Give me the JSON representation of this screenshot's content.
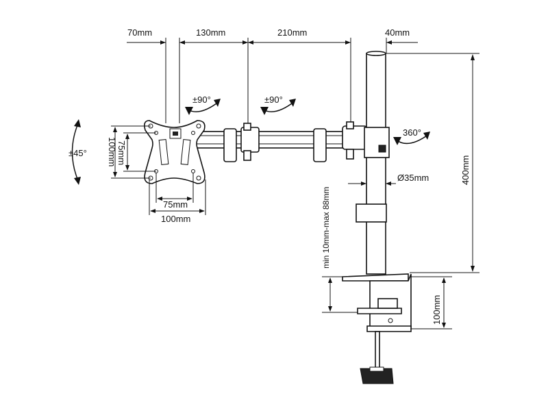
{
  "dims": {
    "w70": "70mm",
    "w130": "130mm",
    "w210": "210mm",
    "w40": "40mm",
    "h400": "400mm",
    "dia35": "Ø35mm",
    "clamp": "min 10mm-max 88mm",
    "h100_clamp": "100mm",
    "vesa_h100": "100mm",
    "vesa_h75": "75mm",
    "vesa_w75": "75mm",
    "vesa_w100": "100mm"
  },
  "rotations": {
    "tilt": "±45°",
    "swivel1": "±90°",
    "swivel2": "±90°",
    "pole": "360°"
  }
}
